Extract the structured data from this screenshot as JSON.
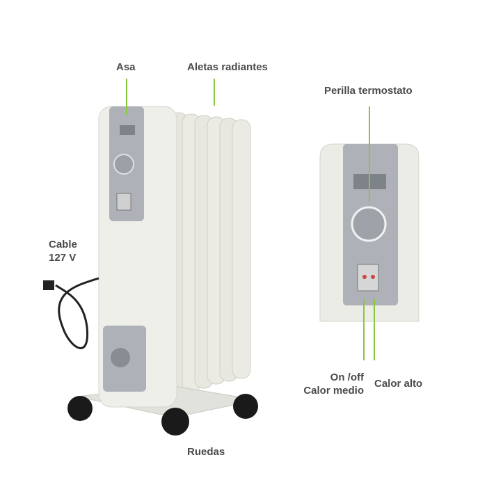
{
  "labels": {
    "handle": "Asa",
    "fins": "Aletas radiantes",
    "thermostat": "Perilla termostato",
    "cable_line1": "Cable",
    "cable_line2": "127 V",
    "wheels": "Ruedas",
    "onoff_line1": "On /off",
    "onoff_line2": "Calor medio",
    "high_heat": "Calor alto"
  },
  "colors": {
    "leader_line": "#8cc63f",
    "body": "#eeeee8",
    "panel": "#a9adb3",
    "text": "#4a4a4a"
  }
}
